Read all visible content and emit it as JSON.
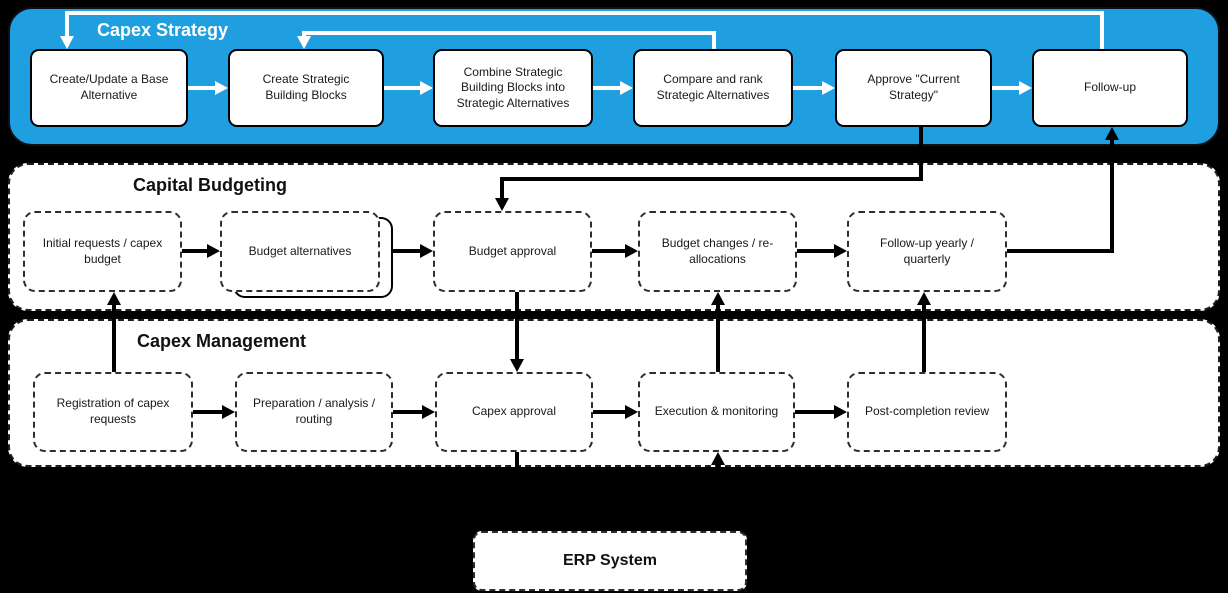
{
  "diagram": {
    "lanes": [
      {
        "title": "Capex Strategy",
        "nodes": [
          "Create/Update a Base Alternative",
          "Create Strategic Building Blocks",
          "Combine Strategic Building Blocks into Strategic Alternatives",
          "Compare and rank Strategic Alternatives",
          "Approve \"Current Strategy\"",
          "Follow-up"
        ]
      },
      {
        "title": "Capital Budgeting",
        "nodes": [
          "Initial requests / capex budget",
          "Budget alternatives",
          "Budget approval",
          "Budget changes / re-allocations",
          "Follow-up yearly / quarterly"
        ]
      },
      {
        "title": "Capex Management",
        "nodes": [
          "Registration of capex requests",
          "Preparation / analysis / routing",
          "Capex approval",
          "Execution & monitoring",
          "Post-completion review"
        ]
      }
    ],
    "erp_label": "ERP System",
    "colors": {
      "background": "#000000",
      "strategy_lane_fill": "#1f9fe0",
      "lane_fill": "#ffffff",
      "node_fill": "#ffffff",
      "node_text": "#191919",
      "strategy_title_text": "#ffffff",
      "lane_title_text": "#111111",
      "strategy_connectors": "#ffffff",
      "process_connectors": "#000000"
    }
  }
}
